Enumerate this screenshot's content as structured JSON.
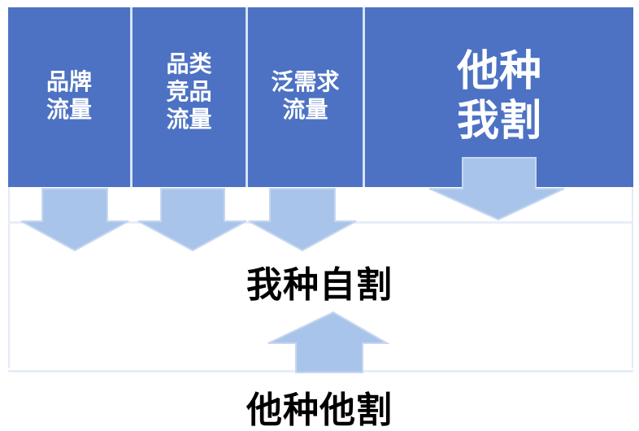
{
  "colors": {
    "top_band": "#4d72c3",
    "divider": "#d7e3f8",
    "arrow_fill": "#a9c4ea",
    "arrow_stroke": "#c7d7f0",
    "text_dark": "#000000",
    "text_light": "#ffffff"
  },
  "top_columns": [
    {
      "label": "品牌\n流量"
    },
    {
      "label": "品类\n竞品\n流量"
    },
    {
      "label": "泛需求\n流量"
    },
    {
      "label": "他种\n我割"
    }
  ],
  "middle_label": "我种自割",
  "bottom_label": "他种他割",
  "icons": {
    "down_arrows": [
      "down-arrow-icon",
      "down-arrow-icon",
      "down-arrow-icon",
      "down-arrow-icon"
    ],
    "up_arrow": "up-arrow-icon"
  }
}
